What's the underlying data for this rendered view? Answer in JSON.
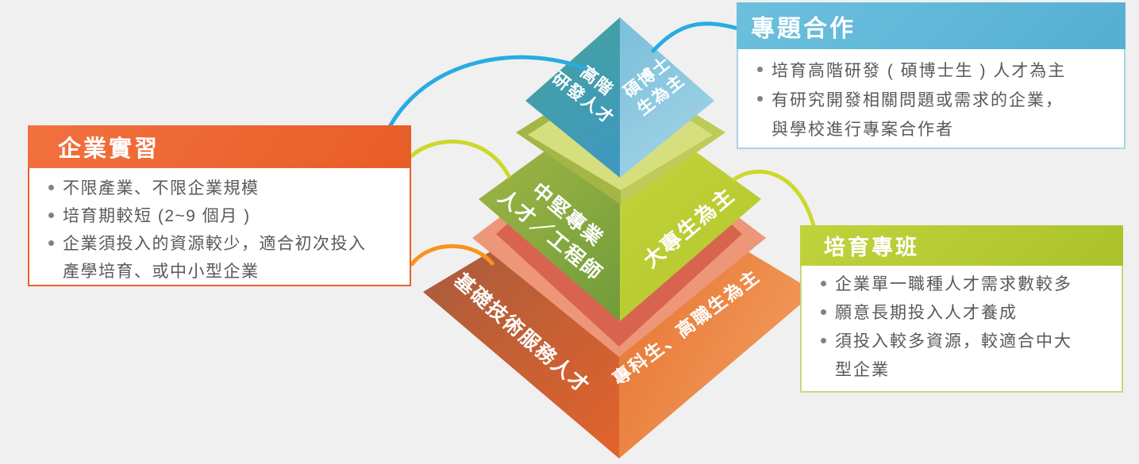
{
  "background": "#F0F0F0",
  "boxes": {
    "internship": {
      "title": "企業實習",
      "bullets": [
        "不限產業、不限企業規模",
        "培育期較短 (2~9 個月 )",
        "企業須投入的資源較少，適合初次投入產學培育、或中小型企業"
      ]
    },
    "project": {
      "title": "專題合作",
      "bullets": [
        "培育高階研發 ( 碩博士生 ) 人才為主",
        "有研究開發相關問題或需求的企業，與學校進行專案合作者"
      ]
    },
    "cohort": {
      "title": "培育專班",
      "bullets": [
        "企業單一職種人才需求數較多",
        "願意長期投入人才養成",
        "須投入較多資源，較適合中大型企業"
      ]
    }
  },
  "pyramid": {
    "top_tier": {
      "role_line1": "高階",
      "role_line2": "研發人才",
      "audience_line1": "碩博士",
      "audience_line2": "生為主"
    },
    "middle_tier": {
      "role_line1": "中堅專業",
      "role_line2": "人才／工程師",
      "audience": "大專生為主"
    },
    "bottom_tier": {
      "role": "基礎技術服務人才",
      "audience": "專科生、高職生為主"
    }
  },
  "colors": {
    "connector_blue": "#29ABE2",
    "connector_green": "#CDD829",
    "connector_orange": "#F7941E",
    "internship_accent": "#E8622D",
    "project_accent": "#5AB9DA",
    "cohort_accent": "#B4C930",
    "tier_top_left": "#429FA0",
    "tier_top_right": "#8CC6DE",
    "tier_middle_left": "#8FA83C",
    "tier_middle_right": "#C0CF35",
    "tier_bottom_left": "#C25F33",
    "tier_bottom_right": "#EC8742"
  }
}
